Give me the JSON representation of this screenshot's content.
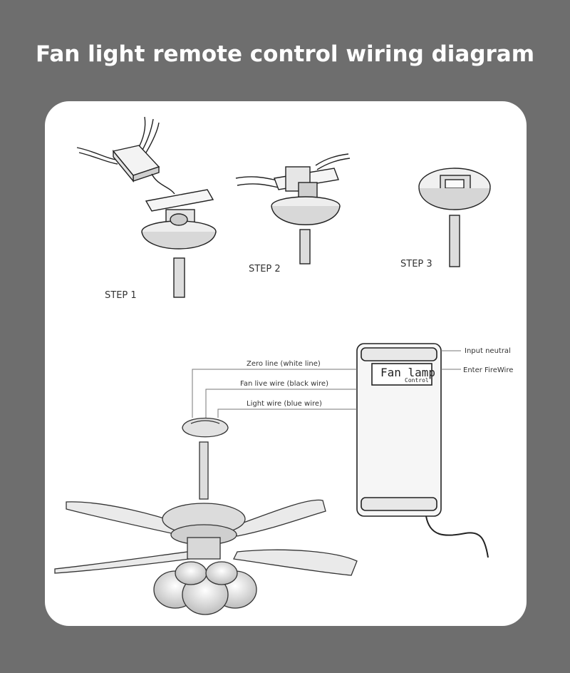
{
  "title": "Fan light remote control wiring diagram",
  "steps": {
    "step1": "STEP 1",
    "step2": "STEP 2",
    "step3": "STEP 3"
  },
  "wires": {
    "zero_line": "Zero line (white line)",
    "fan_live": "Fan live wire (black wire)",
    "light_wire": "Light wire (blue wire)",
    "input_neutral": "Input neutral",
    "enter_firewire": "Enter FireWire"
  },
  "receiver": {
    "brand_main": "Fan lamp",
    "brand_sub": "Control"
  }
}
